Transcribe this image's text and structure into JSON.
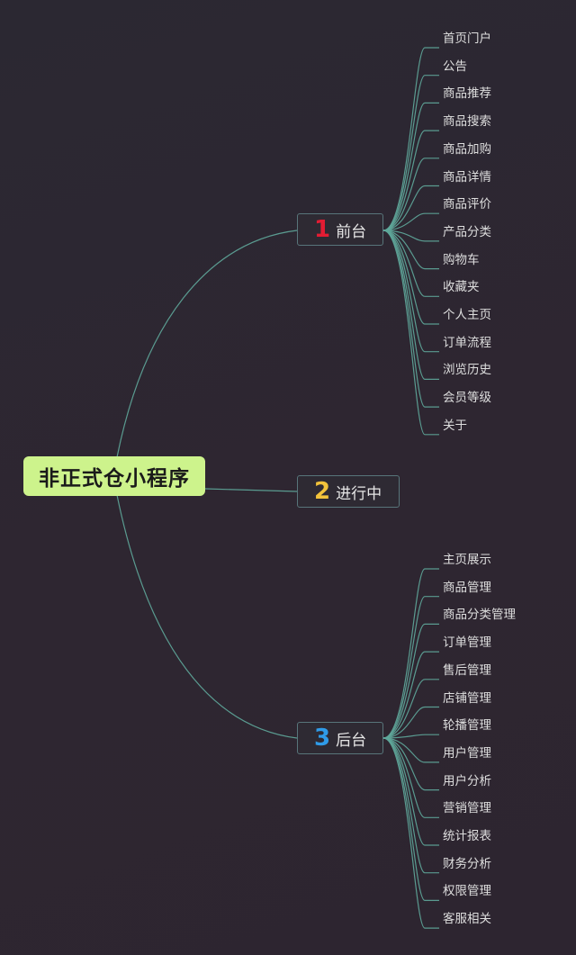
{
  "root": {
    "label": "非正式仓小程序"
  },
  "branches": [
    {
      "number": "1",
      "label": "前台",
      "color": "#e31c33",
      "items": [
        "首页门户",
        "公告",
        "商品推荐",
        "商品搜索",
        "商品加购",
        "商品详情",
        "商品评价",
        "产品分类",
        "购物车",
        "收藏夹",
        "个人主页",
        "订单流程",
        "浏览历史",
        "会员等级",
        "关于"
      ]
    },
    {
      "number": "2",
      "label": "进行中",
      "color": "#f2c23b",
      "items": []
    },
    {
      "number": "3",
      "label": "后台",
      "color": "#2f9be8",
      "items": [
        "主页展示",
        "商品管理",
        "商品分类管理",
        "订单管理",
        "售后管理",
        "店铺管理",
        "轮播管理",
        "用户管理",
        "用户分析",
        "营销管理",
        "统计报表",
        "财务分析",
        "权限管理",
        "客服相关"
      ]
    }
  ],
  "colors": {
    "root_fill": "#cdf38c",
    "connector": "#5fa89b",
    "branch_border": "#58757a"
  }
}
